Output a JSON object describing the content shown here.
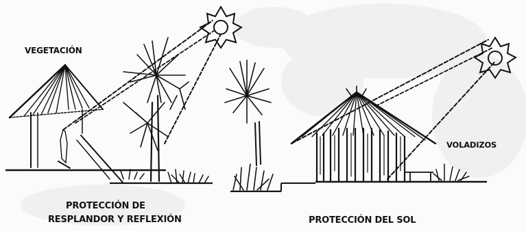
{
  "labels": {
    "vegetacion": "VEGETACIÓN",
    "voladizos": "VOLADIZOS",
    "resplandor_line1": "PROTECCIÓN DE",
    "resplandor_line2": "RESPLANDOR Y REFLEXIÓN",
    "sol": "PROTECCIÓN DEL SOL"
  },
  "colors": {
    "ink": "#111111",
    "background_blotch": "#e6e6e6"
  }
}
